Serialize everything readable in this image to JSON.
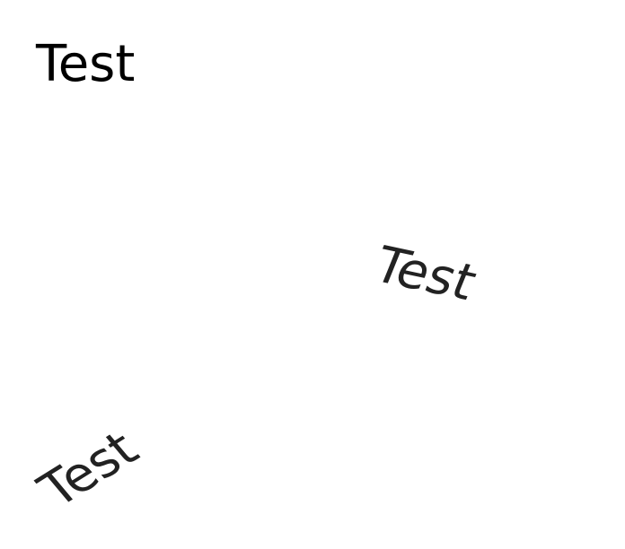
{
  "labels": [
    {
      "text": "Test"
    },
    {
      "text": "Test"
    },
    {
      "text": "Test"
    }
  ],
  "colors": {
    "background": "#ffffff",
    "primary_text": "#000000",
    "transformed_text": "#222222"
  }
}
